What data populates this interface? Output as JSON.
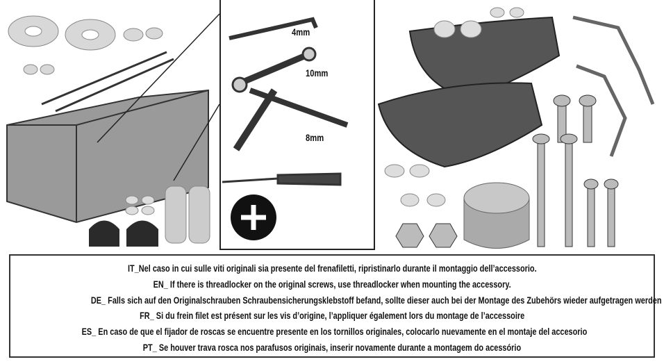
{
  "tools": {
    "hex_key": "4mm",
    "wrench": "10mm",
    "socket_wrench": "8mm"
  },
  "notes": [
    "IT_Nel caso in cui sulle viti originali sia presente del frenafiletti, ripristinarlo durante il montaggio dell’accessorio.",
    "EN_ If there is threadlocker on the original screws, use threadlocker when mounting the accessory.",
    "DE_ Falls sich auf den Originalschrauben Schraubensicherungsklebstoff befand, sollte dieser auch bei der Montage des Zubehörs wieder aufgetragen werden",
    "FR_ Si du frein filet est présent sur les vis d’origine, l’appliquer également lors du montage de l’accessoire",
    "ES_ En caso de que el fijador de roscas se encuentre presente en los tornillos originales, colocarlo nuevamente en el montaje del accesorio",
    "PT_ Se houver trava rosca nos parafusos originais, inserir novamente durante a montagem do acessório"
  ]
}
